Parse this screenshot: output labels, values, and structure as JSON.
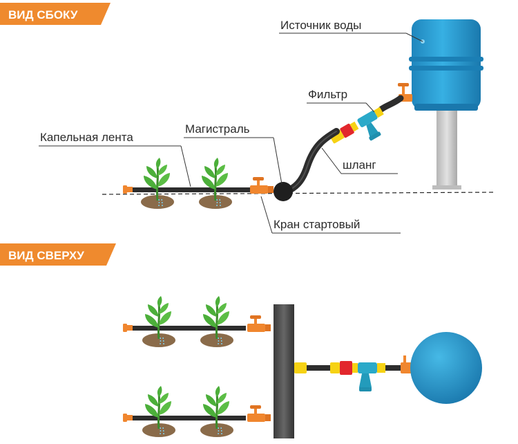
{
  "banners": {
    "side_view": "ВИД СБОКУ",
    "top_view": "ВИД СВЕРХУ"
  },
  "labels": {
    "water_source": "Источник воды",
    "filter": "Фильтр",
    "main_line": "Магистраль",
    "drip_tape": "Капельная лента",
    "hose": "шланг",
    "start_valve": "Кран стартовый"
  },
  "colors": {
    "banner": "#ef8a2e",
    "tank": "#2a9fd6",
    "pipe": "#2d2d2d",
    "fitting_orange": "#f0862e",
    "fitting_yellow": "#f6d214",
    "fitting_red": "#e2272c",
    "filter_blue": "#2aa9c9",
    "plant_green": "#4caf3a",
    "soil": "#8a6b4a",
    "stand": "#c9c9c9"
  }
}
